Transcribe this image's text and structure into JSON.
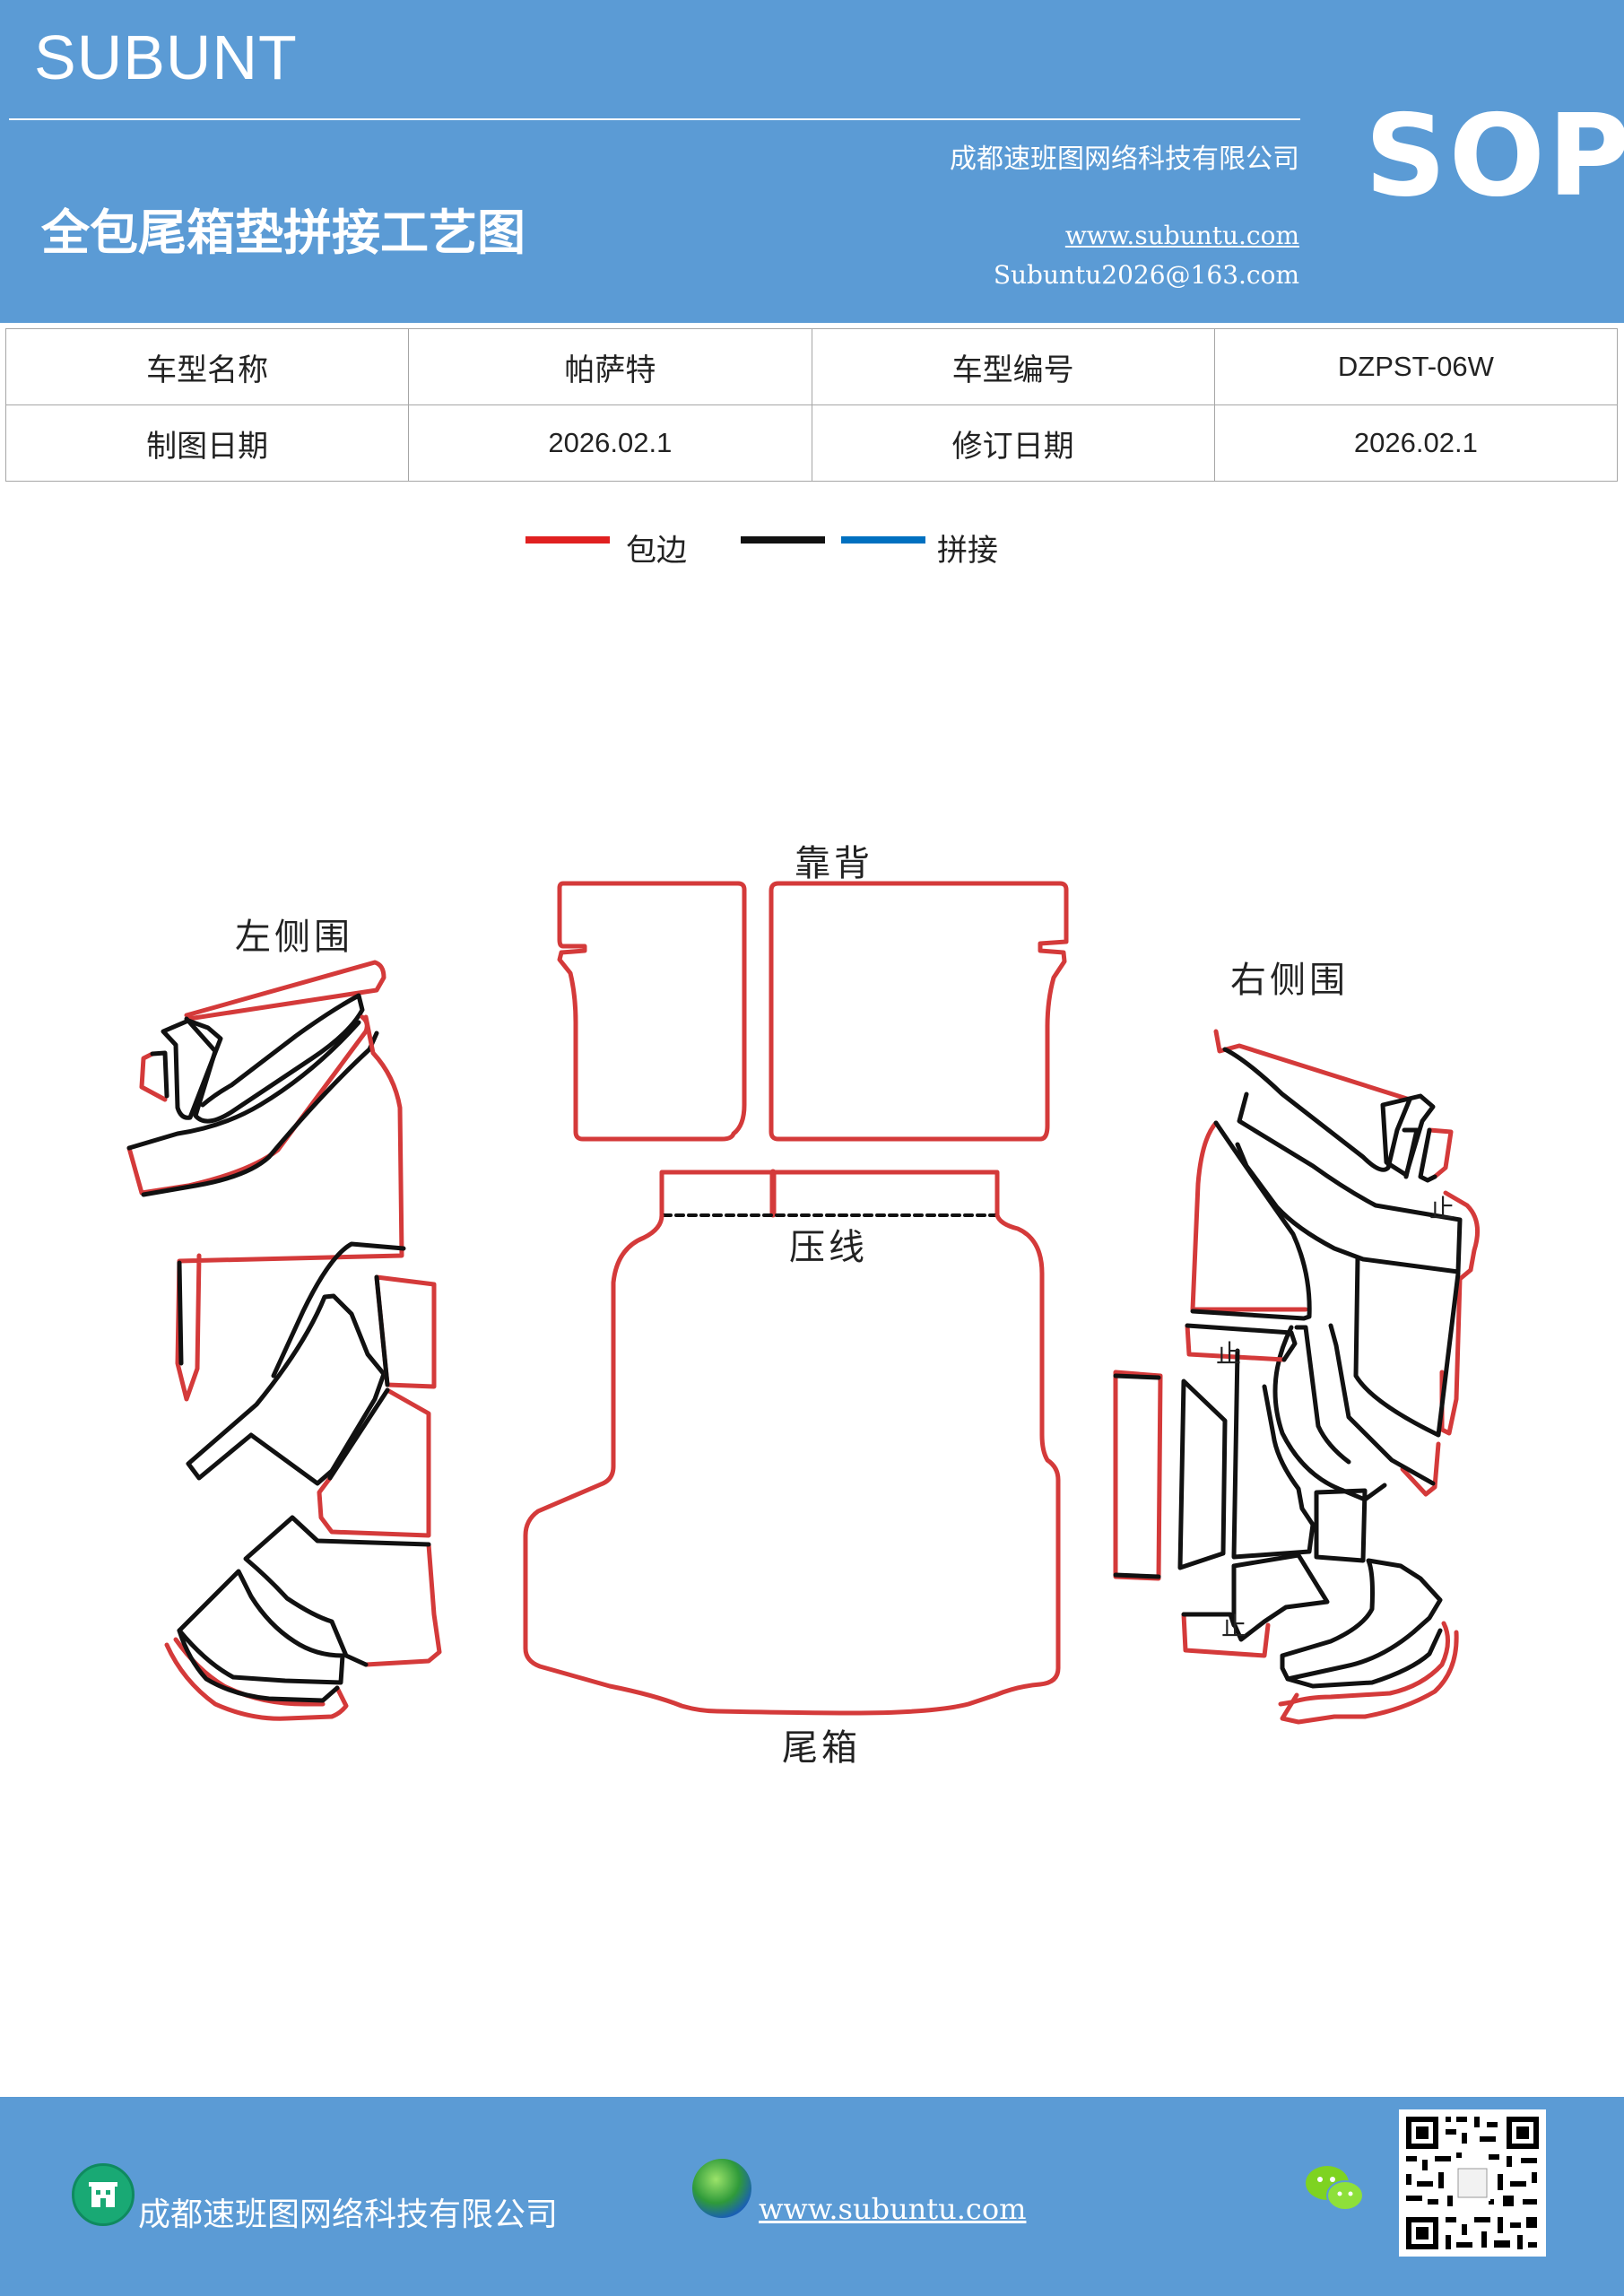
{
  "header": {
    "brand": "SUBUNT",
    "company": "成都速班图网络科技有限公司",
    "title": "全包尾箱垫拼接工艺图",
    "website": "www.subuntu.com",
    "email": "Subuntu2026@163.com",
    "sop": "SOP"
  },
  "info": {
    "model_name_label": "车型名称",
    "model_name": "帕萨特",
    "model_code_label": "车型编号",
    "model_code": "DZPST-06W",
    "draw_date_label": "制图日期",
    "draw_date": "2026.02.1",
    "revise_date_label": "修订日期",
    "revise_date": "2026.02.1"
  },
  "legend": {
    "edge_label": "包边",
    "splice_label": "拼接",
    "colors": {
      "edge": "#e02020",
      "black": "#111111",
      "splice": "#0070c0"
    }
  },
  "parts": {
    "back": "靠背",
    "left": "左侧围",
    "right": "右侧围",
    "press_line": "压线",
    "trunk": "尾箱",
    "stop": "止"
  },
  "footer": {
    "company": "成都速班图网络科技有限公司",
    "website": "www.subuntu.com"
  },
  "icons": [
    "building-icon",
    "globe-icon",
    "wechat-icon",
    "qr-code"
  ]
}
